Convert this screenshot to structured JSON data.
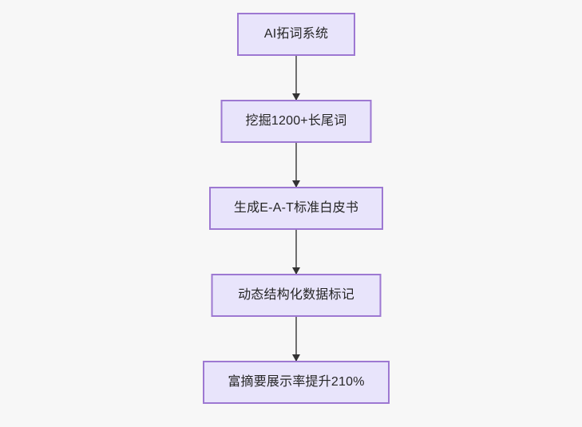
{
  "diagram": {
    "type": "flowchart",
    "orientation": "top-to-bottom",
    "background_color": "#f7f7f7",
    "node_fill_color": "#e8e4fb",
    "node_border_color": "#9d78d2",
    "node_text_color": "#262626",
    "connector_color": "#707070",
    "arrowhead_color": "#333333",
    "nodes": [
      {
        "id": "node-1",
        "label": "AI拓词系统"
      },
      {
        "id": "node-2",
        "label": "挖掘1200+长尾词"
      },
      {
        "id": "node-3",
        "label": "生成E-A-T标准白皮书"
      },
      {
        "id": "node-4",
        "label": "动态结构化数据标记"
      },
      {
        "id": "node-5",
        "label": "富摘要展示率提升210%"
      }
    ],
    "edges": [
      {
        "id": "edge-1",
        "from": "node-1",
        "to": "node-2",
        "label": ""
      },
      {
        "id": "edge-2",
        "from": "node-2",
        "to": "node-3",
        "label": ""
      },
      {
        "id": "edge-3",
        "from": "node-3",
        "to": "node-4",
        "label": ""
      },
      {
        "id": "edge-4",
        "from": "node-4",
        "to": "node-5",
        "label": ""
      }
    ]
  }
}
